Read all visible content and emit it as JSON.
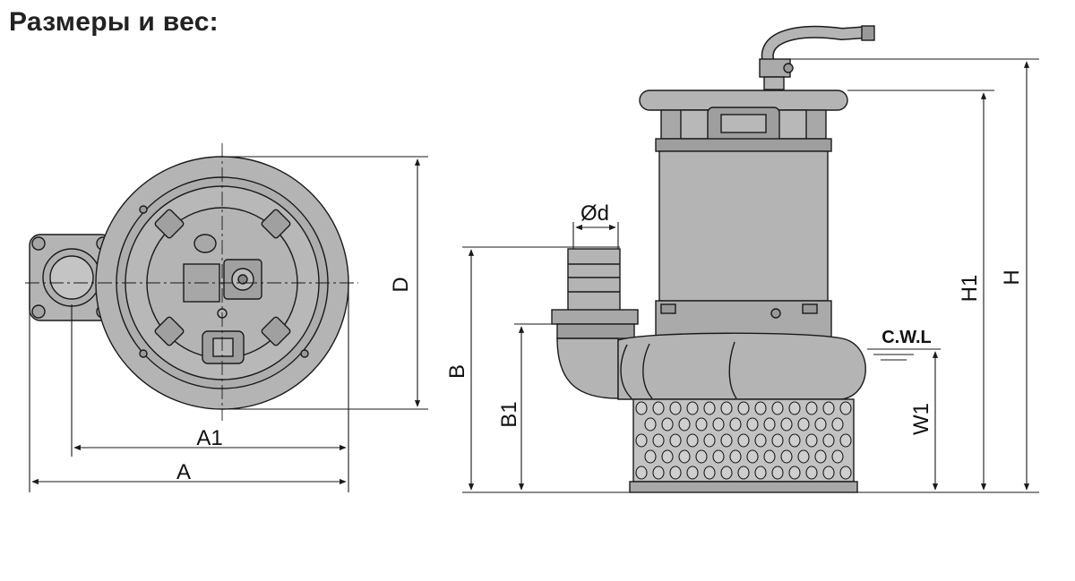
{
  "title": "Размеры и вес:",
  "labels": {
    "A": "A",
    "A1": "A1",
    "D": "D",
    "d": "Ød",
    "B": "B",
    "B1": "B1",
    "H": "H",
    "H1": "H1",
    "W1": "W1",
    "cwl": "C.W.L"
  },
  "colors": {
    "body": "#b4b4b4",
    "body_dark": "#999999",
    "line": "#1a1a1a"
  }
}
